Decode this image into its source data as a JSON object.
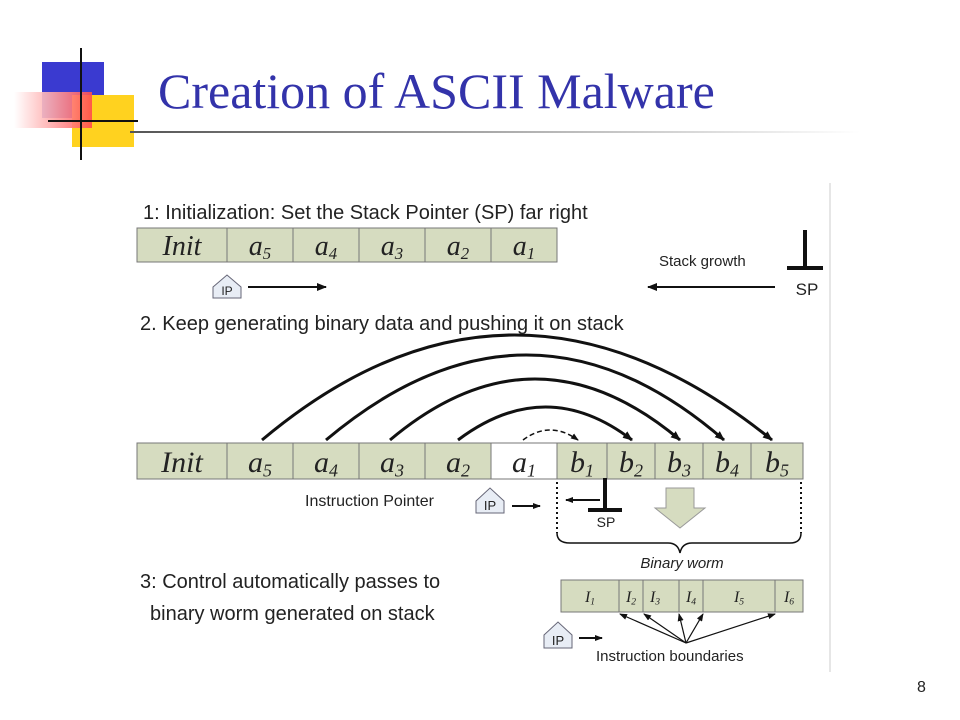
{
  "slide": {
    "title": "Creation of ASCII Malware",
    "page_number": "8"
  },
  "diagram": {
    "step1": {
      "heading": "1: Initialization: Set the Stack Pointer (SP) far right",
      "cells": [
        "Init",
        "a5",
        "a4",
        "a3",
        "a2",
        "a1"
      ],
      "ip_label": "IP",
      "stack_growth_label": "Stack growth",
      "sp_label": "SP"
    },
    "step2": {
      "heading": "2. Keep generating binary data and pushing it on stack",
      "cells_a": [
        "Init",
        "a5",
        "a4",
        "a3",
        "a2",
        "a1"
      ],
      "cells_b": [
        "b1",
        "b2",
        "b3",
        "b4",
        "b5"
      ],
      "instruction_pointer_label": "Instruction Pointer",
      "ip_label": "IP",
      "sp_label": "SP",
      "binary_worm_label": "Binary worm"
    },
    "step3": {
      "heading_line1": "3: Control automatically passes to",
      "heading_line2": "binary worm generated on stack",
      "instructions": [
        "I1",
        "I2",
        "I3",
        "I4",
        "I5",
        "I6"
      ],
      "ip_label": "IP",
      "boundaries_label": "Instruction boundaries"
    }
  },
  "colors": {
    "title": "#3333aa",
    "cell_fill": "#d6dcc0",
    "cell_stroke": "#777777",
    "text": "#222222"
  }
}
